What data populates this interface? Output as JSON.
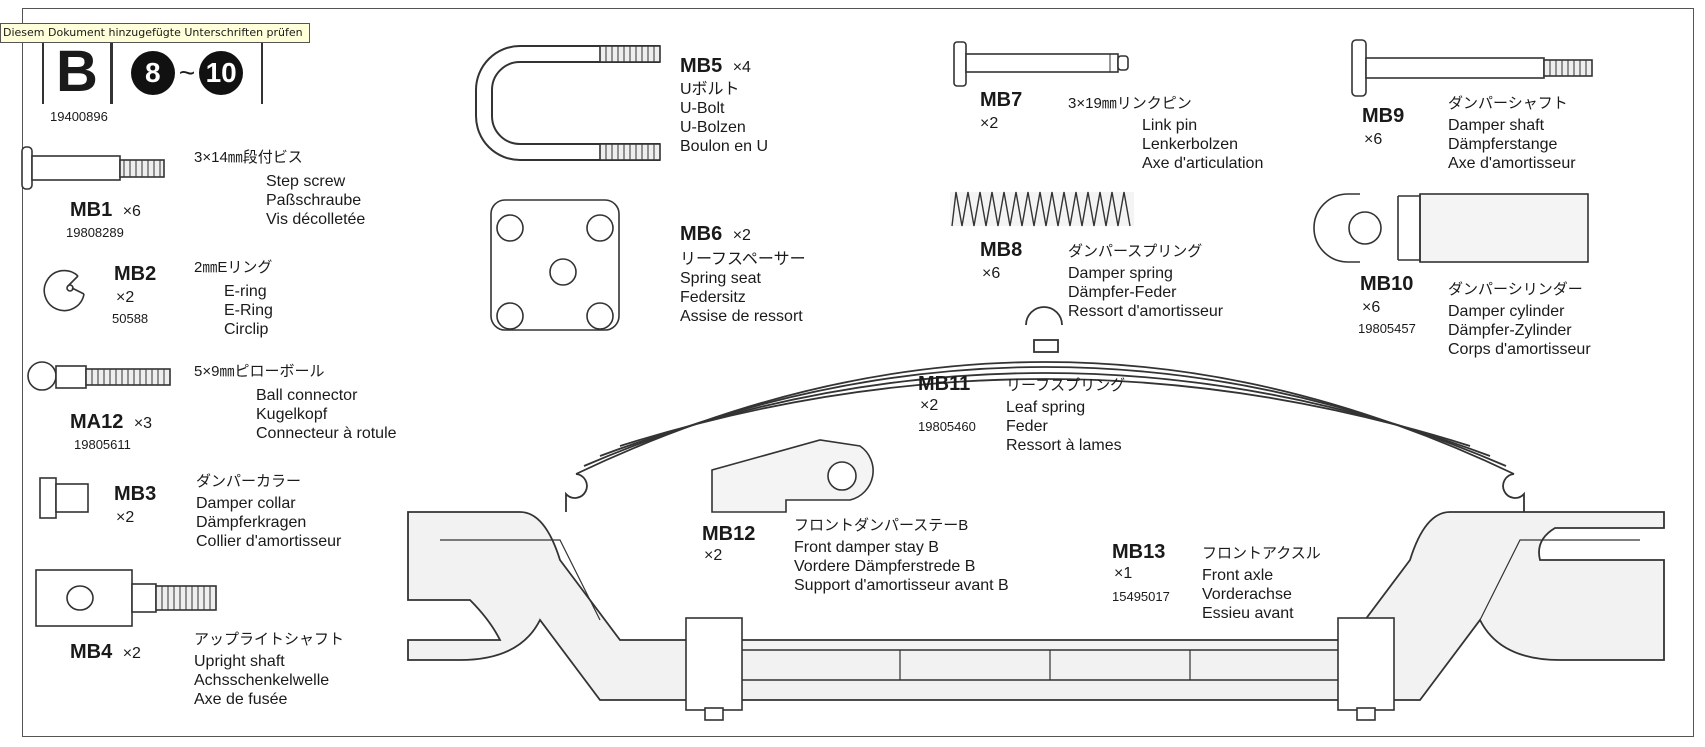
{
  "tooltip": "Diesem Dokument hinzugefügte Unterschriften prüfen",
  "step": {
    "letter": "B",
    "range_from": "8",
    "range_sep": "~",
    "range_to": "10",
    "bag_number": "19400896"
  },
  "parts": {
    "mb1": {
      "code": "MB1",
      "qty": "×6",
      "pn": "19808289",
      "jp": "3×14㎜段付ビス",
      "en": "Step screw",
      "de": "Paßschraube",
      "fr": "Vis décolletée"
    },
    "mb2": {
      "code": "MB2",
      "qty": "×2",
      "pn": "50588",
      "jp": "2㎜Eリング",
      "en": "E-ring",
      "de": "E-Ring",
      "fr": "Circlip"
    },
    "ma12": {
      "code": "MA12",
      "qty": "×3",
      "pn": "19805611",
      "jp": "5×9㎜ピローボール",
      "en": "Ball connector",
      "de": "Kugelkopf",
      "fr": "Connecteur à rotule"
    },
    "mb3": {
      "code": "MB3",
      "qty": "×2",
      "jp": "ダンパーカラー",
      "en": "Damper collar",
      "de": "Dämpferkragen",
      "fr": "Collier d'amortisseur"
    },
    "mb4": {
      "code": "MB4",
      "qty": "×2",
      "jp": "アップライトシャフト",
      "en": "Upright shaft",
      "de": "Achsschenkelwelle",
      "fr": "Axe de fusée"
    },
    "mb5": {
      "code": "MB5",
      "qty": "×4",
      "jp": "Uボルト",
      "en": "U-Bolt",
      "de": "U-Bolzen",
      "fr": "Boulon en U"
    },
    "mb6": {
      "code": "MB6",
      "qty": "×2",
      "jp": "リーフスペーサー",
      "en": "Spring seat",
      "de": "Federsitz",
      "fr": "Assise de ressort"
    },
    "mb7": {
      "code": "MB7",
      "qty": "×2",
      "jp": "3×19㎜リンクピン",
      "en": "Link pin",
      "de": "Lenkerbolzen",
      "fr": "Axe d'articulation"
    },
    "mb8": {
      "code": "MB8",
      "qty": "×6",
      "jp": "ダンパースプリング",
      "en": "Damper spring",
      "de": "Dämpfer-Feder",
      "fr": "Ressort d'amortisseur"
    },
    "mb9": {
      "code": "MB9",
      "qty": "×6",
      "jp": "ダンパーシャフト",
      "en": "Damper shaft",
      "de": "Dämpferstange",
      "fr": "Axe d'amortisseur"
    },
    "mb10": {
      "code": "MB10",
      "qty": "×6",
      "pn": "19805457",
      "jp": "ダンパーシリンダー",
      "en": "Damper cylinder",
      "de": "Dämpfer-Zylinder",
      "fr": "Corps d'amortisseur"
    },
    "mb11": {
      "code": "MB11",
      "qty": "×2",
      "pn": "19805460",
      "jp": "リーフスプリング",
      "en": "Leaf spring",
      "de": "Feder",
      "fr": "Ressort à lames"
    },
    "mb12": {
      "code": "MB12",
      "qty": "×2",
      "jp": "フロントダンパーステーB",
      "en": "Front damper stay B",
      "de": "Vordere Dämpferstrede B",
      "fr": "Support d'amortisseur avant B"
    },
    "mb13": {
      "code": "MB13",
      "qty": "×1",
      "pn": "15495017",
      "jp": "フロントアクスル",
      "en": "Front axle",
      "de": "Vorderachse",
      "fr": "Essieu avant"
    }
  }
}
